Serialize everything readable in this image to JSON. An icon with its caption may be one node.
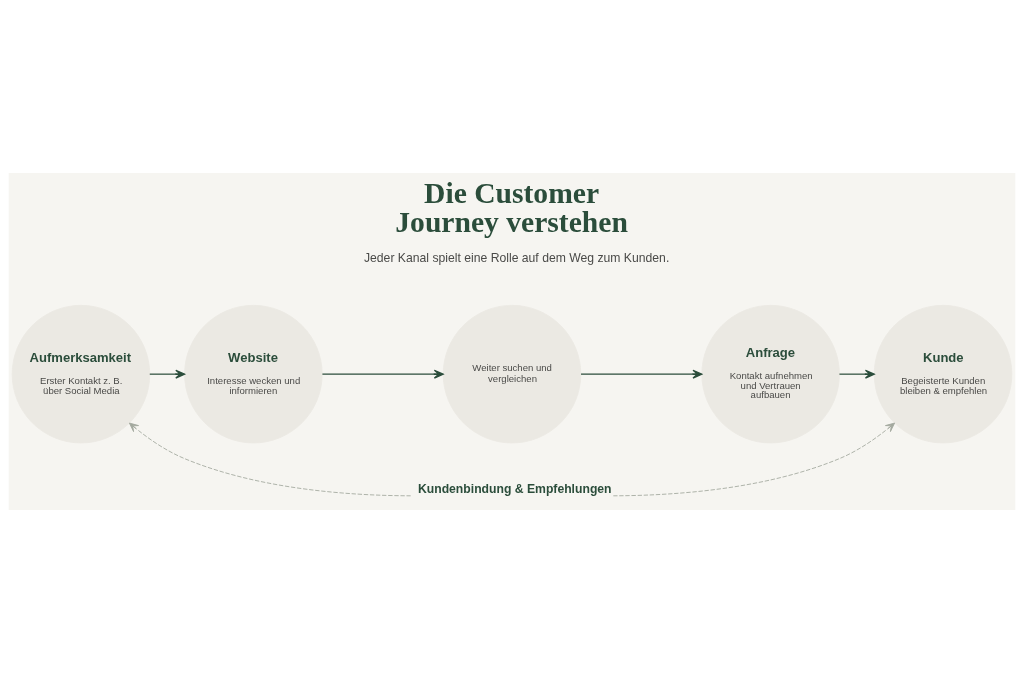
{
  "diagram": {
    "title": "Die Customer Journey verstehen",
    "nodes": [
      {
        "text": [
          "Aufmerksamkeit",
          "Erster Kontakt z. B. über Social Media"
        ]
      },
      {
        "text": [
          "Website",
          "Interesse wecken und informieren"
        ]
      },
      {
        "text": [
          "Weiter suchen und vergleichen"
        ]
      },
      {
        "text": [
          "Anfrage",
          "Kontakt aufnehmen und Vertrauen aufbauen"
        ]
      },
      {
        "text": [
          "Kunde",
          "Begeisterte Kunden bleiben & empfehlen"
        ]
      },
      {
        "text": [
          "Kundenbindung & Empfehlungen"
        ]
      }
    ],
    "edges": [
      {
        "from": 0,
        "to": 1,
        "arrow": "to"
      },
      {
        "from": 1,
        "to": 2,
        "arrow": "to"
      },
      {
        "from": 2,
        "to": 3,
        "arrow": "to"
      },
      {
        "from": 3,
        "to": 4,
        "arrow": "to"
      },
      {
        "from": 5,
        "to": 0,
        "arrow": "to",
        "style": "dashed",
        "color": "#a3a89e"
      },
      {
        "from": 5,
        "to": 4,
        "arrow": "to",
        "style": "dashed",
        "color": "#a3a89e"
      }
    ],
    "labels": [
      "Jeder Kanal spielt eine Rolle auf dem Weg zum Kunden."
    ]
  }
}
